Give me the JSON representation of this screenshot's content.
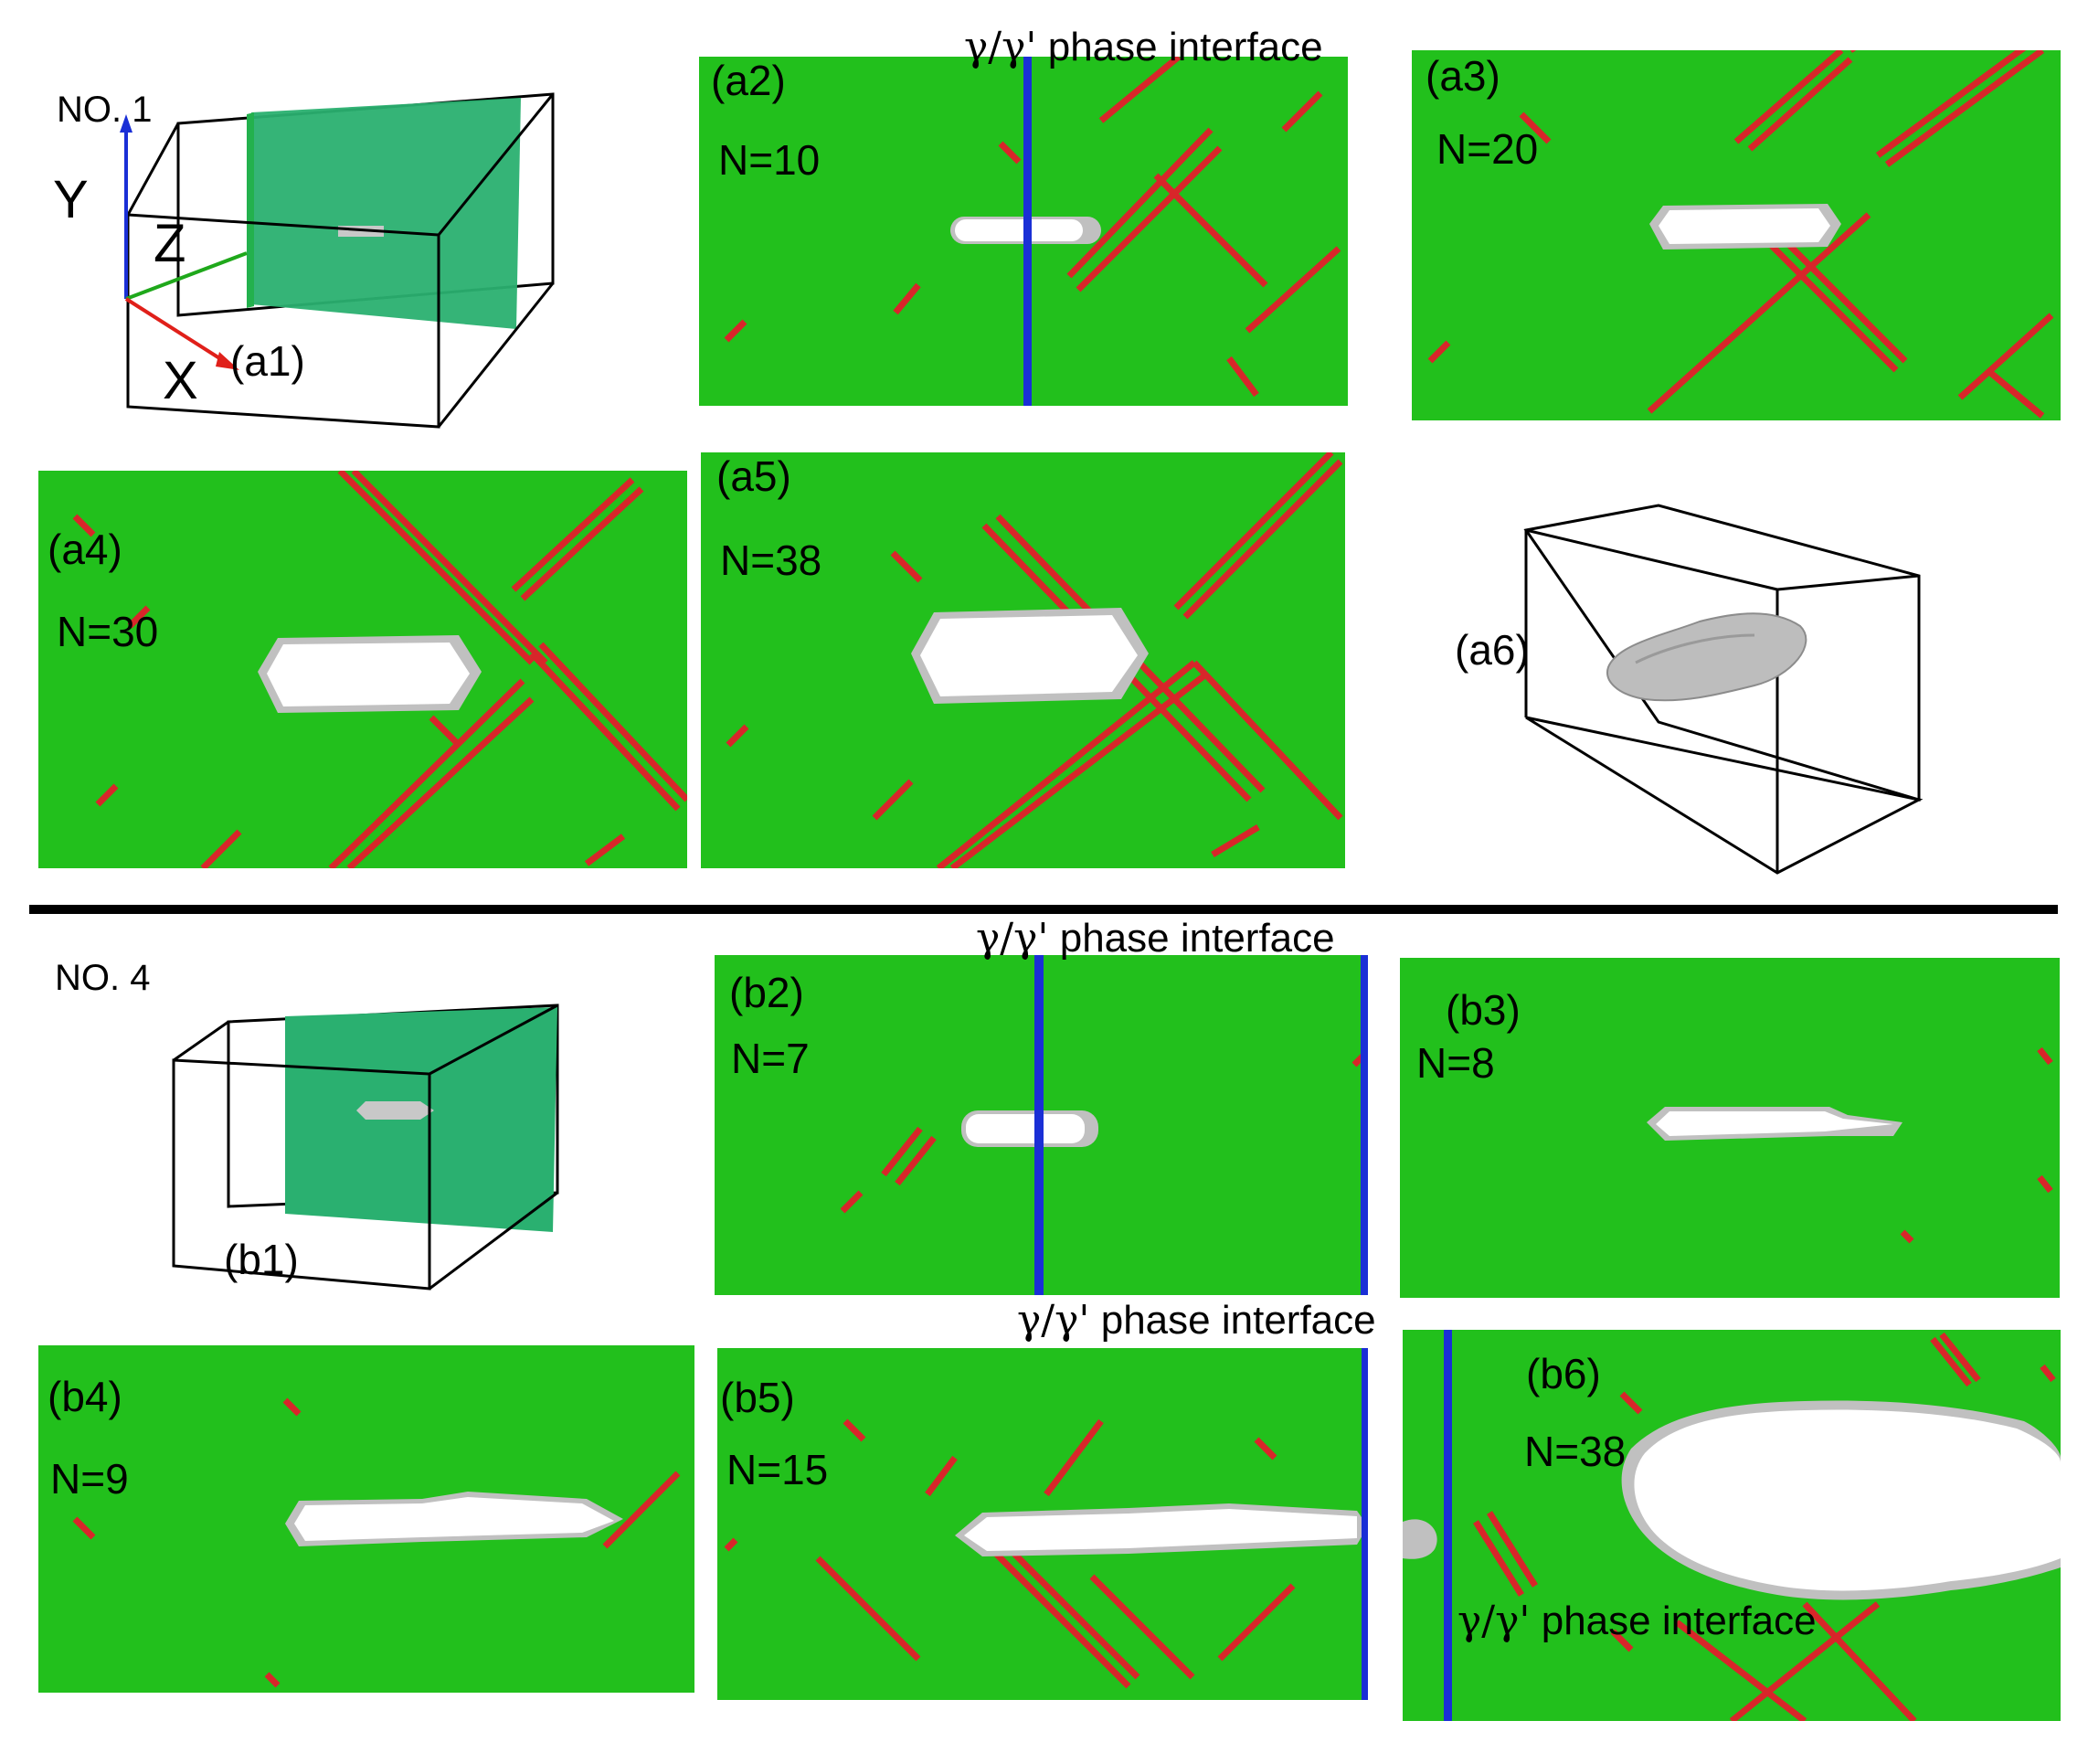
{
  "labels": {
    "no1": "NO. 1",
    "no4": "NO. 4",
    "axis_x": "X",
    "axis_y": "Y",
    "axis_z": "Z",
    "interface_greek": "γ/γ'",
    "interface_text": " phase interface"
  },
  "panels": {
    "a1": {
      "id": "(a1)"
    },
    "a2": {
      "id": "(a2)",
      "n": "N=10"
    },
    "a3": {
      "id": "(a3)",
      "n": "N=20"
    },
    "a4": {
      "id": "(a4)",
      "n": "N=30"
    },
    "a5": {
      "id": "(a5)",
      "n": "N=38"
    },
    "a6": {
      "id": "(a6)"
    },
    "b1": {
      "id": "(b1)"
    },
    "b2": {
      "id": "(b2)",
      "n": "N=7"
    },
    "b3": {
      "id": "(b3)",
      "n": "N=8"
    },
    "b4": {
      "id": "(b4)",
      "n": "N=9"
    },
    "b5": {
      "id": "(b5)",
      "n": "N=15"
    },
    "b6": {
      "id": "(b6)",
      "n": "N=38"
    }
  },
  "colors": {
    "fcc_green": "#22c01c",
    "stacking_fault_red": "#d8262a",
    "interface_blue": "#1a2fd6",
    "void_white": "#ffffff",
    "void_rim_gray": "#b5b5b5"
  }
}
